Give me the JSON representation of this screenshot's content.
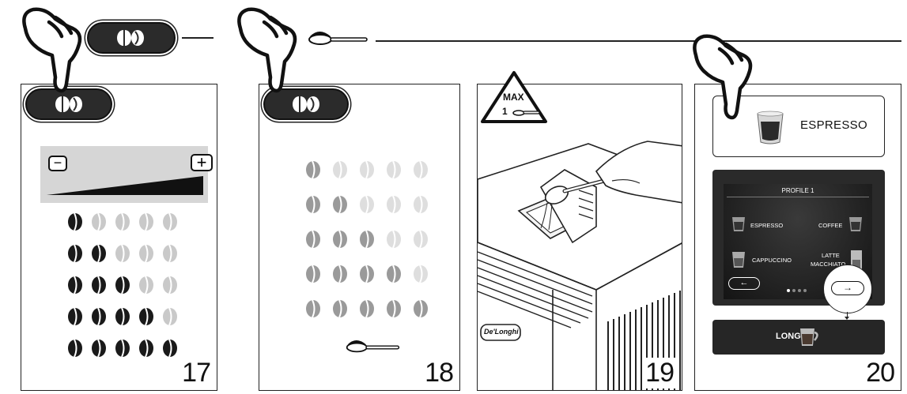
{
  "panels": [
    {
      "number": "17"
    },
    {
      "number": "18"
    },
    {
      "number": "19"
    },
    {
      "number": "20"
    }
  ],
  "panel17": {
    "minus_symbol": "−",
    "plus_symbol": "+",
    "bean_rows": [
      1,
      2,
      3,
      4,
      5
    ]
  },
  "panel18": {
    "bean_rows": [
      1,
      2,
      3,
      4,
      5
    ]
  },
  "panel19": {
    "warning_max": "MAX",
    "warning_qty": "1",
    "brand": "De'Longhi"
  },
  "panel20": {
    "selected_drink": "ESPRESSO",
    "screen": {
      "profile_title": "PROFILE 1",
      "drinks": [
        {
          "label": "ESPRESSO"
        },
        {
          "label": "COFFEE"
        },
        {
          "label": "CAPPUCCINO"
        },
        {
          "label_line1": "LATTE",
          "label_line2": "MACCHIATO"
        }
      ],
      "back_arrow": "←",
      "next_arrow": "→"
    },
    "long_label": "LONG"
  },
  "colors": {
    "bean_dark": "#1a1a1a",
    "bean_light": "#c9c9c9",
    "bean_mid": "#9a9a9a",
    "bean_pale": "#dedede",
    "pill_bg": "#2b2b2b",
    "screen_bg": "#1e1e1e"
  }
}
